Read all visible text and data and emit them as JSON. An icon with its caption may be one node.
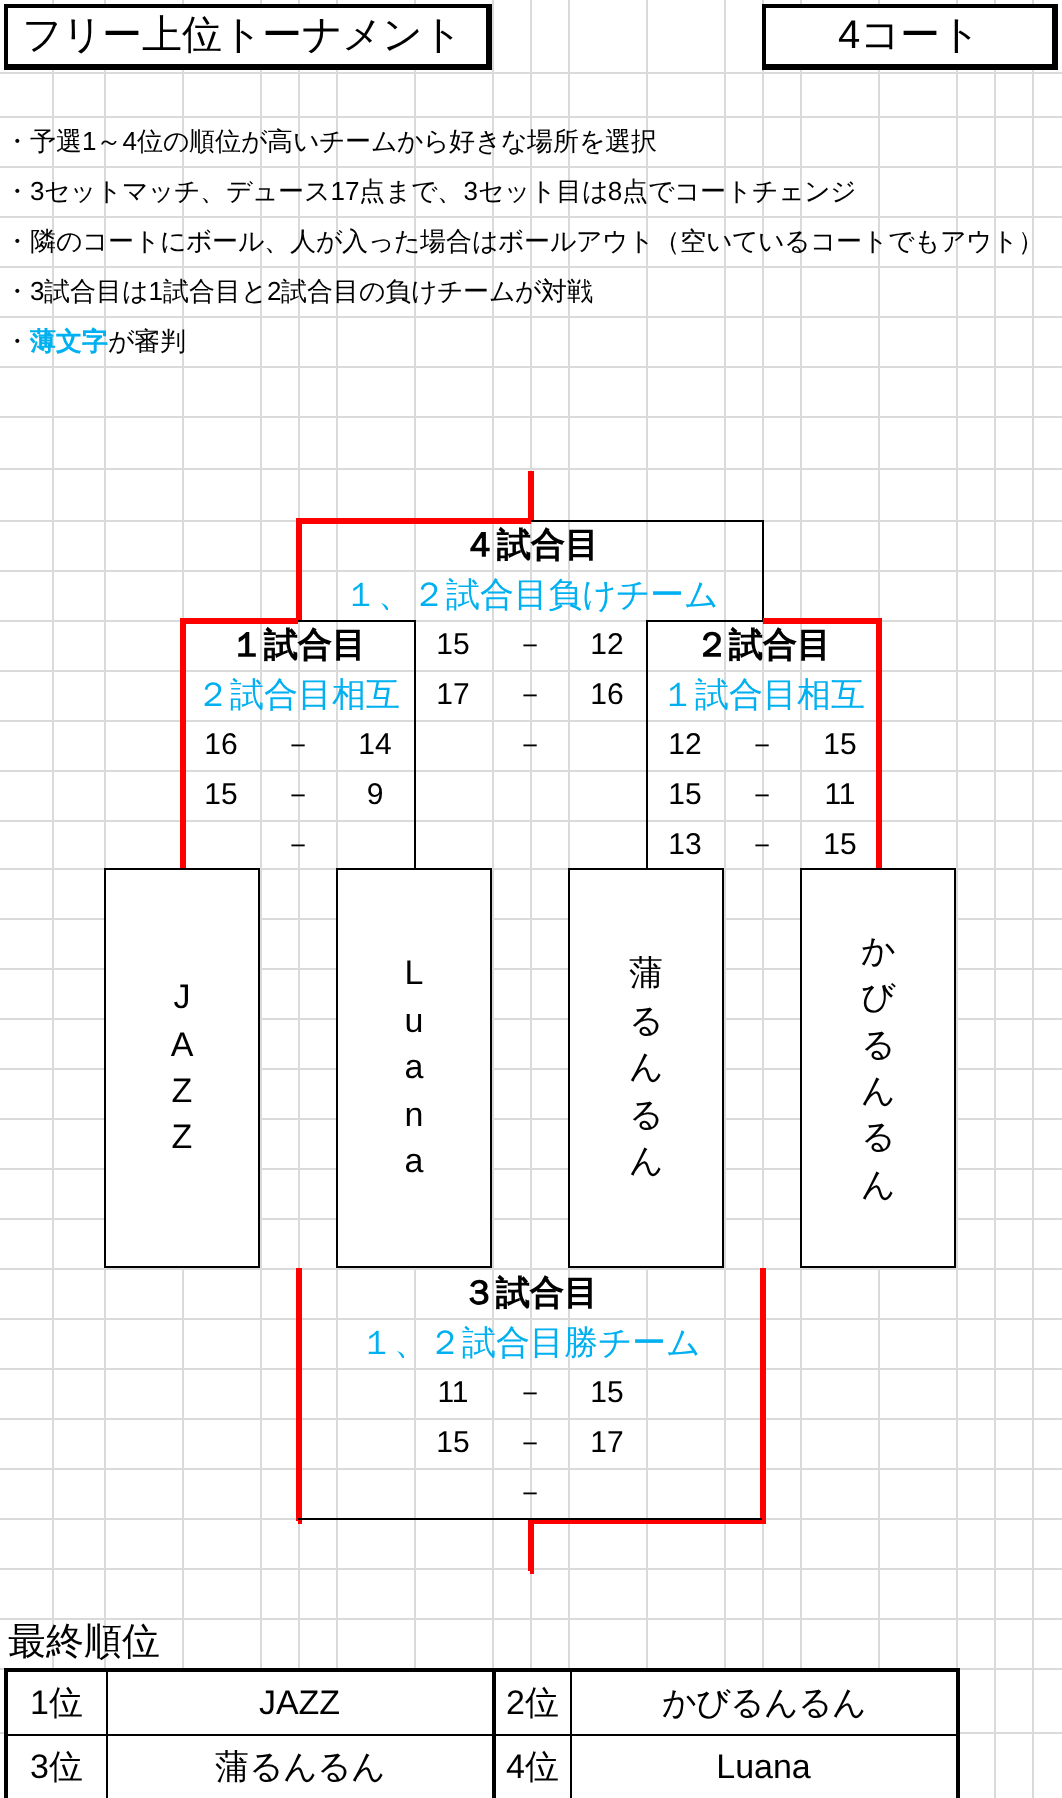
{
  "diagram": {
    "nodes": [
      {
        "text": [
          "フリー上位トーナメント"
        ]
      },
      {
        "text": [
          "4コート"
        ]
      },
      {
        "text": [
          "４試合目",
          "１、２試合目負けチーム"
        ],
        "beside": [
          "15",
          "－",
          "12",
          "17",
          "－",
          "16",
          "－"
        ]
      },
      {
        "text": [
          "１試合目",
          "２試合目相互",
          "16",
          "－",
          "14",
          "15",
          "－",
          "9",
          "－"
        ]
      },
      {
        "text": [
          "２試合目",
          "１試合目相互",
          "12",
          "－",
          "15",
          "15",
          "－",
          "11",
          "13",
          "－",
          "15"
        ]
      },
      {
        "text": [
          "JAZZ"
        ]
      },
      {
        "text": [
          "Luana"
        ]
      },
      {
        "text": [
          "蒲るんるん"
        ]
      },
      {
        "text": [
          "かびるんるん"
        ]
      },
      {
        "text": [
          "３試合目",
          "１、２試合目勝チーム",
          "11",
          "－",
          "15",
          "15",
          "－",
          "17",
          "－"
        ]
      }
    ],
    "edges": [
      {
        "from": 5,
        "to": 3,
        "arrow": "none"
      },
      {
        "from": 6,
        "to": 3,
        "arrow": "none",
        "color": "#000000"
      },
      {
        "from": 7,
        "to": 4,
        "arrow": "none",
        "color": "#000000"
      },
      {
        "from": 8,
        "to": 4,
        "arrow": "none"
      },
      {
        "from": 3,
        "to": 2,
        "arrow": "none"
      },
      {
        "from": 4,
        "to": 2,
        "arrow": "none",
        "color": "#000000"
      },
      {
        "from": 2,
        "to": null,
        "arrow": "none"
      },
      {
        "from": null,
        "to": 9,
        "arrow": "none"
      },
      {
        "from": null,
        "to": 9,
        "arrow": "none"
      },
      {
        "from": 9,
        "to": null,
        "arrow": "none"
      }
    ],
    "labels": [
      "・予選1～4位の順位が高いチームから好きな場所を選択",
      "・3セットマッチ、デュース17点まで、3セット目は8点でコートチェンジ",
      "・隣のコートにボール、人が入った場合はボールアウト（空いているコートでもアウト）",
      "・3試合目は1試合目と2試合目の負けチームが対戦",
      "・**薄文字**が審判",
      "最終順位",
      "1位",
      "JAZZ",
      "2位",
      "かびるんるん",
      "3位",
      "蒲るんるん",
      "4位",
      "Luana"
    ]
  }
}
